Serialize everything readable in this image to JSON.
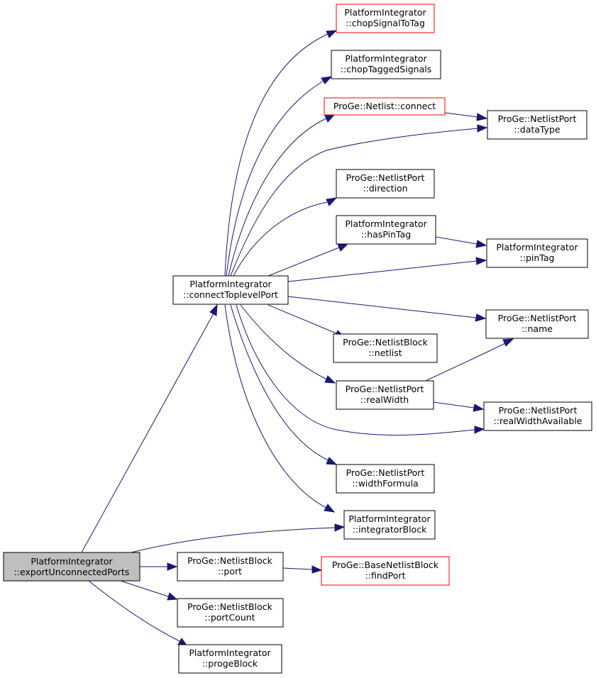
{
  "nodes": {
    "exportUnconnected": {
      "line1": "PlatformIntegrator",
      "line2": "::exportUnconnectedPorts"
    },
    "connectToplevel": {
      "line1": "PlatformIntegrator",
      "line2": "::connectToplevelPort"
    },
    "chopSignalToTag": {
      "line1": "PlatformIntegrator",
      "line2": "::chopSignalToTag"
    },
    "chopTaggedSignals": {
      "line1": "PlatformIntegrator",
      "line2": "::chopTaggedSignals"
    },
    "netlistConnect": {
      "line1": "ProGe::Netlist::connect",
      "line2": ""
    },
    "dataType": {
      "line1": "ProGe::NetlistPort",
      "line2": "::dataType"
    },
    "direction": {
      "line1": "ProGe::NetlistPort",
      "line2": "::direction"
    },
    "hasPinTag": {
      "line1": "PlatformIntegrator",
      "line2": "::hasPinTag"
    },
    "pinTag": {
      "line1": "PlatformIntegrator",
      "line2": "::pinTag"
    },
    "portName": {
      "line1": "ProGe::NetlistPort",
      "line2": "::name"
    },
    "netlist": {
      "line1": "ProGe::NetlistBlock",
      "line2": "::netlist"
    },
    "realWidth": {
      "line1": "ProGe::NetlistPort",
      "line2": "::realWidth"
    },
    "realWidthAvailable": {
      "line1": "ProGe::NetlistPort",
      "line2": "::realWidthAvailable"
    },
    "widthFormula": {
      "line1": "ProGe::NetlistPort",
      "line2": "::widthFormula"
    },
    "integratorBlock": {
      "line1": "PlatformIntegrator",
      "line2": "::integratorBlock"
    },
    "blockPort": {
      "line1": "ProGe::NetlistBlock",
      "line2": "::port"
    },
    "findPort": {
      "line1": "ProGe::BaseNetlistBlock",
      "line2": "::findPort"
    },
    "portCount": {
      "line1": "ProGe::NetlistBlock",
      "line2": "::portCount"
    },
    "progeBlock": {
      "line1": "PlatformIntegrator",
      "line2": "::progeBlock"
    }
  },
  "colors": {
    "edge": "#191970",
    "border_normal": "#000000",
    "border_truncated": "#ff0000",
    "root_fill": "#bfbfbf",
    "node_fill": "#ffffff"
  }
}
